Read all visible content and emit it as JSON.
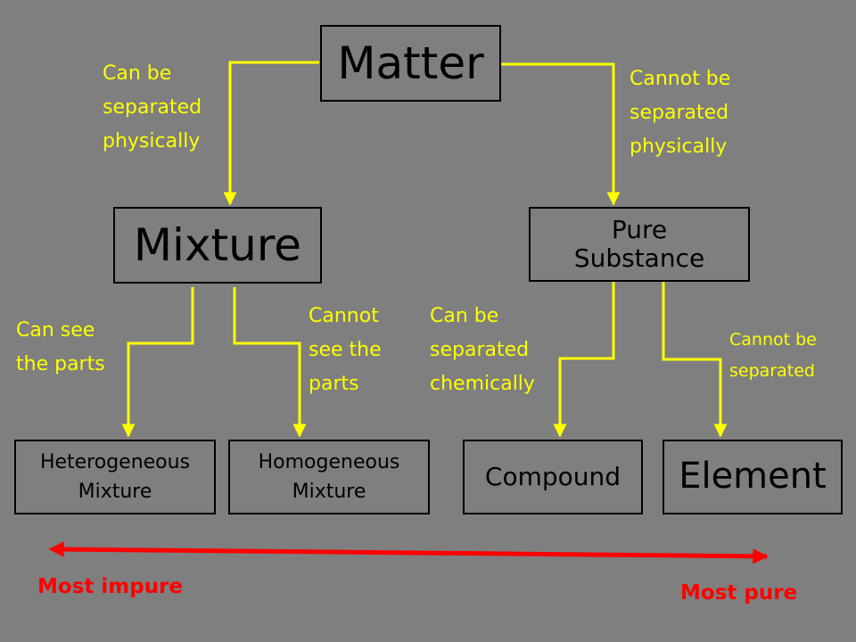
{
  "nodes": {
    "matter": "Matter",
    "mixture": "Mixture",
    "pure_substance": "Pure\nSubstance",
    "heterogeneous_mixture": "Heterogeneous\nMixture",
    "homogeneous_mixture": "Homogeneous\nMixture",
    "compound": "Compound",
    "element": "Element"
  },
  "edge_labels": {
    "matter_to_mixture": "Can be\nseparated\nphysically",
    "matter_to_pure": "Cannot be\nseparated\nphysically",
    "mixture_to_heterogeneous": "Can see\nthe parts",
    "mixture_to_homogeneous": "Cannot\nsee the\nparts",
    "pure_to_compound": "Can be\nseparated\nchemically",
    "pure_to_element": "Cannot be\nseparated"
  },
  "purity_scale": {
    "left_label": "Most impure",
    "right_label": "Most pure"
  },
  "colors": {
    "background": "#7f7f7f",
    "connector": "#ffff00",
    "edge_label": "#ffff00",
    "scale_arrow": "#ff0000",
    "scale_label": "#ff0000",
    "box_border": "#000000"
  }
}
